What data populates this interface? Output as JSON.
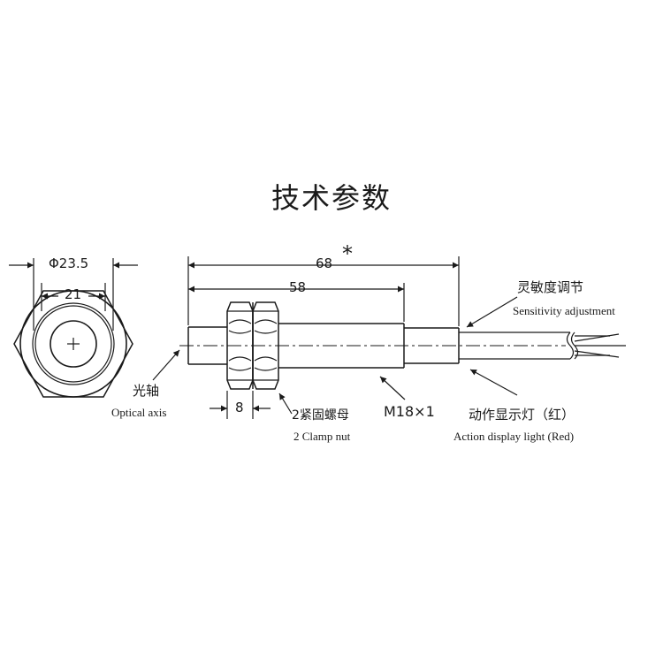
{
  "title": "技术参数",
  "dimensions": {
    "hex_width": "Φ23.5",
    "face_width": "21",
    "total_length": "68",
    "total_length_mark": "*",
    "body_length": "58",
    "nut_thickness": "8",
    "thread": "M18×1"
  },
  "callouts": {
    "optical_axis_cn": "光轴",
    "optical_axis_en": "Optical axis",
    "clamp_nut_cn": "2紧固螺母",
    "clamp_nut_en": "2 Clamp nut",
    "sensitivity_cn": "灵敏度调节",
    "sensitivity_en": "Sensitivity adjustment",
    "action_light_cn": "动作显示灯（红）",
    "action_light_en": "Action display light (Red)"
  },
  "colors": {
    "line": "#1a1a1a",
    "background": "#ffffff"
  }
}
